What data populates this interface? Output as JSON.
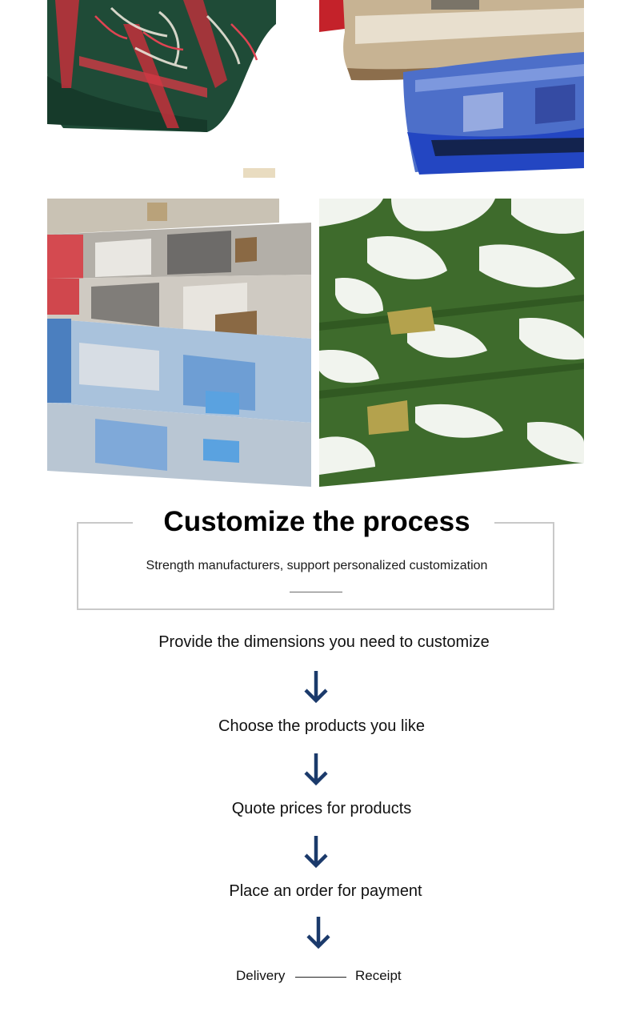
{
  "photos": [
    {
      "name": "green-red-fringe-blanket-photo",
      "accent": "#1e4a35"
    },
    {
      "name": "beige-blue-bound-blanket-photo",
      "accent": "#2a4ec4"
    },
    {
      "name": "grey-plaid-blanket-stack-photo",
      "accent": "#8b8c8d"
    },
    {
      "name": "green-white-blanket-stack-photo",
      "accent": "#3d6b2a"
    }
  ],
  "process": {
    "title": "Customize the process",
    "subtitle": "Strength manufacturers, support personalized customization"
  },
  "steps": [
    {
      "label": "Provide the dimensions you need to customize"
    },
    {
      "label": "Choose the products you like"
    },
    {
      "label": "Quote prices for products"
    },
    {
      "label": "Place an order for payment"
    }
  ],
  "final": {
    "left_label": "Delivery",
    "right_label": "Receipt"
  },
  "colors": {
    "arrow": "#1b3a6b",
    "frame": "#c9c9c9"
  },
  "icons": {
    "arrow": "down-arrow-icon"
  }
}
